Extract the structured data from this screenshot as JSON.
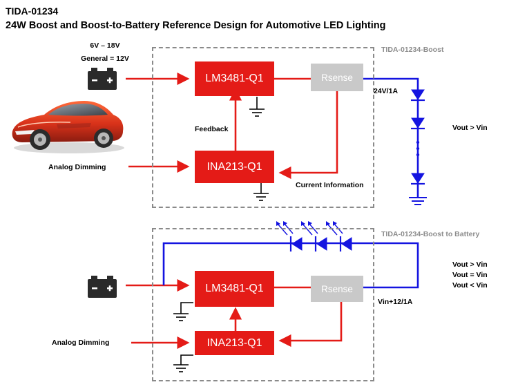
{
  "header": {
    "id": "TIDA-01234",
    "title": "24W Boost and Boost-to-Battery  Reference Design for Automotive  LED Lighting"
  },
  "boost": {
    "frame_label": "TIDA-01234-Boost",
    "input_range": "6V – 18V",
    "input_nominal": "General = 12V",
    "controller": "LM3481-Q1",
    "sense": "Rsense",
    "amp": "INA213-Q1",
    "feedback": "Feedback",
    "dimming": "Analog Dimming",
    "current_info": "Current Information",
    "output_rating": "24V/1A",
    "condition": "Vout > Vin"
  },
  "battery": {
    "frame_label": "TIDA-01234-Boost to Battery",
    "controller": "LM3481-Q1",
    "sense": "Rsense",
    "amp": "INA213-Q1",
    "dimming": "Analog Dimming",
    "output_rating": "Vin+12/1A",
    "conditions": [
      "Vout > Vin",
      "Vout = Vin",
      "Vout < Vin"
    ]
  },
  "colors": {
    "block": "#e41b17",
    "arrow": "#e41b17",
    "wire": "#1414e0",
    "sense": "#c9c9c9",
    "frame": "#8a8a8a"
  },
  "icons": [
    "battery-icon",
    "car-icon",
    "ground-icon",
    "led-diode-icon"
  ]
}
